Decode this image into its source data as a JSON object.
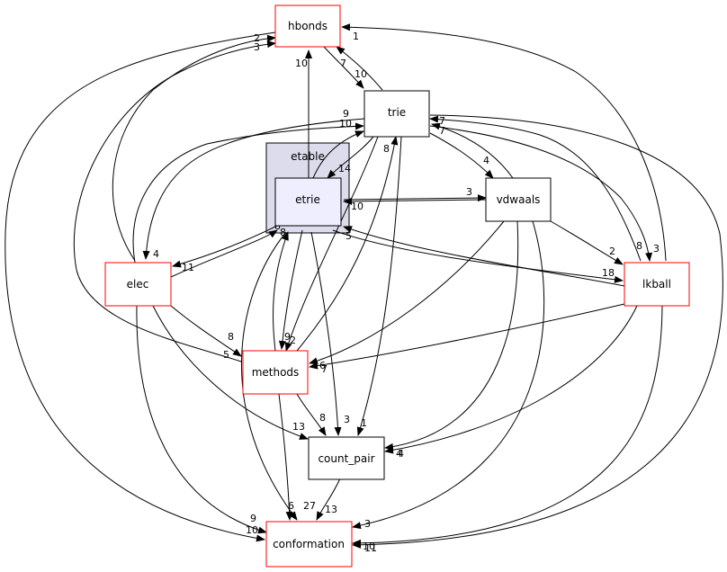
{
  "cluster": {
    "label": "etable",
    "fill": "#dcdcec",
    "stroke": "#000000"
  },
  "nodes": {
    "hbonds": "hbonds",
    "trie": "trie",
    "etrie": "etrie",
    "vdwaals": "vdwaals",
    "elec": "elec",
    "lkball": "lkball",
    "methods": "methods",
    "count_pair": "count_pair",
    "conformation": "conformation"
  },
  "node_styles": {
    "red_border": "#ff0000",
    "black_border": "#000000",
    "current_fill": "#eeeeff"
  },
  "edge_labels": {
    "hbonds_trie_a": "7",
    "trie_hbonds_a": "10",
    "etrie_hbonds": "10",
    "lkball_hbonds": "1",
    "elec_hbonds_a": "2",
    "methods_hbonds": "3",
    "trie_elec": "9",
    "etrie_trie": "10",
    "trie_etrie": "14",
    "trie_vdwaals": "4",
    "vdwaals_trie": "7",
    "lkball_trie": "7",
    "trie_lkball": "8",
    "vdwaals_etrie": "3",
    "etrie_vdwaals": "10",
    "lkball_etrie": "5",
    "etrie_lkball": "18",
    "elec_etrie_a": "8",
    "elec_etrie_b": "11",
    "vdwaals_lkball": "2",
    "hbonds_lkball": "3",
    "elec_trie": "4",
    "elec_methods": "8",
    "methods_elec": "5",
    "etrie_methods": "9",
    "trie_methods": "2",
    "methods_trie": "8",
    "methods_etrie": "8",
    "lkball_methods": "6",
    "vdwaals_methods": "7",
    "methods_count_pair": "8",
    "etrie_count_pair": "3",
    "trie_count_pair": "1",
    "elec_count_pair": "13",
    "vdwaals_count_pair": "4",
    "lkball_count_pair": "4",
    "count_pair_conformation": "13",
    "methods_conformation": "6",
    "etrie_conformation": "27",
    "elec_conformation": "9",
    "hbonds_conformation": "10",
    "vdwaals_conformation": "3",
    "lkball_conformation": "10",
    "trie_conformation": "11"
  }
}
